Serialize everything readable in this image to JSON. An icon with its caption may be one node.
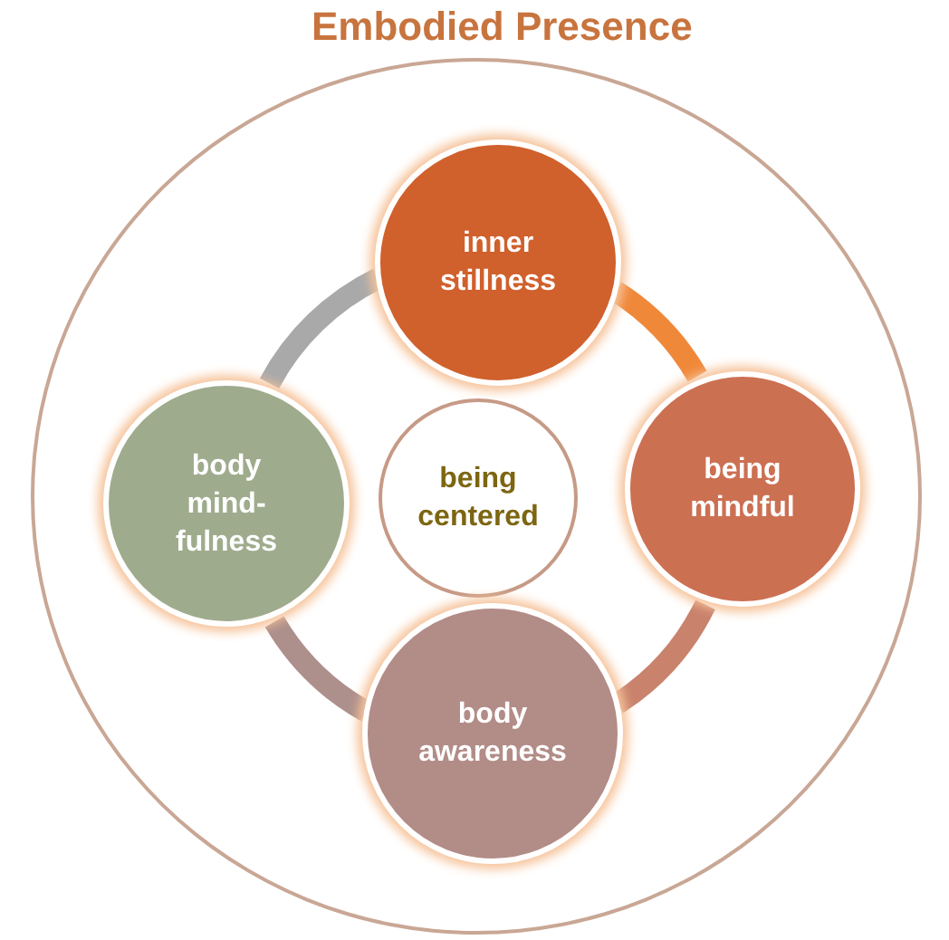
{
  "diagram": {
    "nodes": [
      {
        "text": [
          "Embodied Presence"
        ]
      },
      {
        "text": [
          "inner stillness"
        ],
        "in": 0
      },
      {
        "text": [
          "body mind-fulness"
        ],
        "in": 0
      },
      {
        "text": [
          "being centered"
        ],
        "in": 0
      },
      {
        "text": [
          "being mindful"
        ],
        "in": 0
      },
      {
        "text": [
          "body awareness"
        ],
        "in": 0
      }
    ],
    "edges": [
      {
        "from": 1,
        "to": 4,
        "arrow": "none",
        "color": "#f0883a"
      },
      {
        "from": 4,
        "to": 5,
        "arrow": "none",
        "color": "#c9826c"
      },
      {
        "from": 5,
        "to": 2,
        "arrow": "none",
        "color": "#ad8f8c"
      },
      {
        "from": 2,
        "to": 1,
        "arrow": "none",
        "color": "#a9a9a9"
      }
    ]
  }
}
